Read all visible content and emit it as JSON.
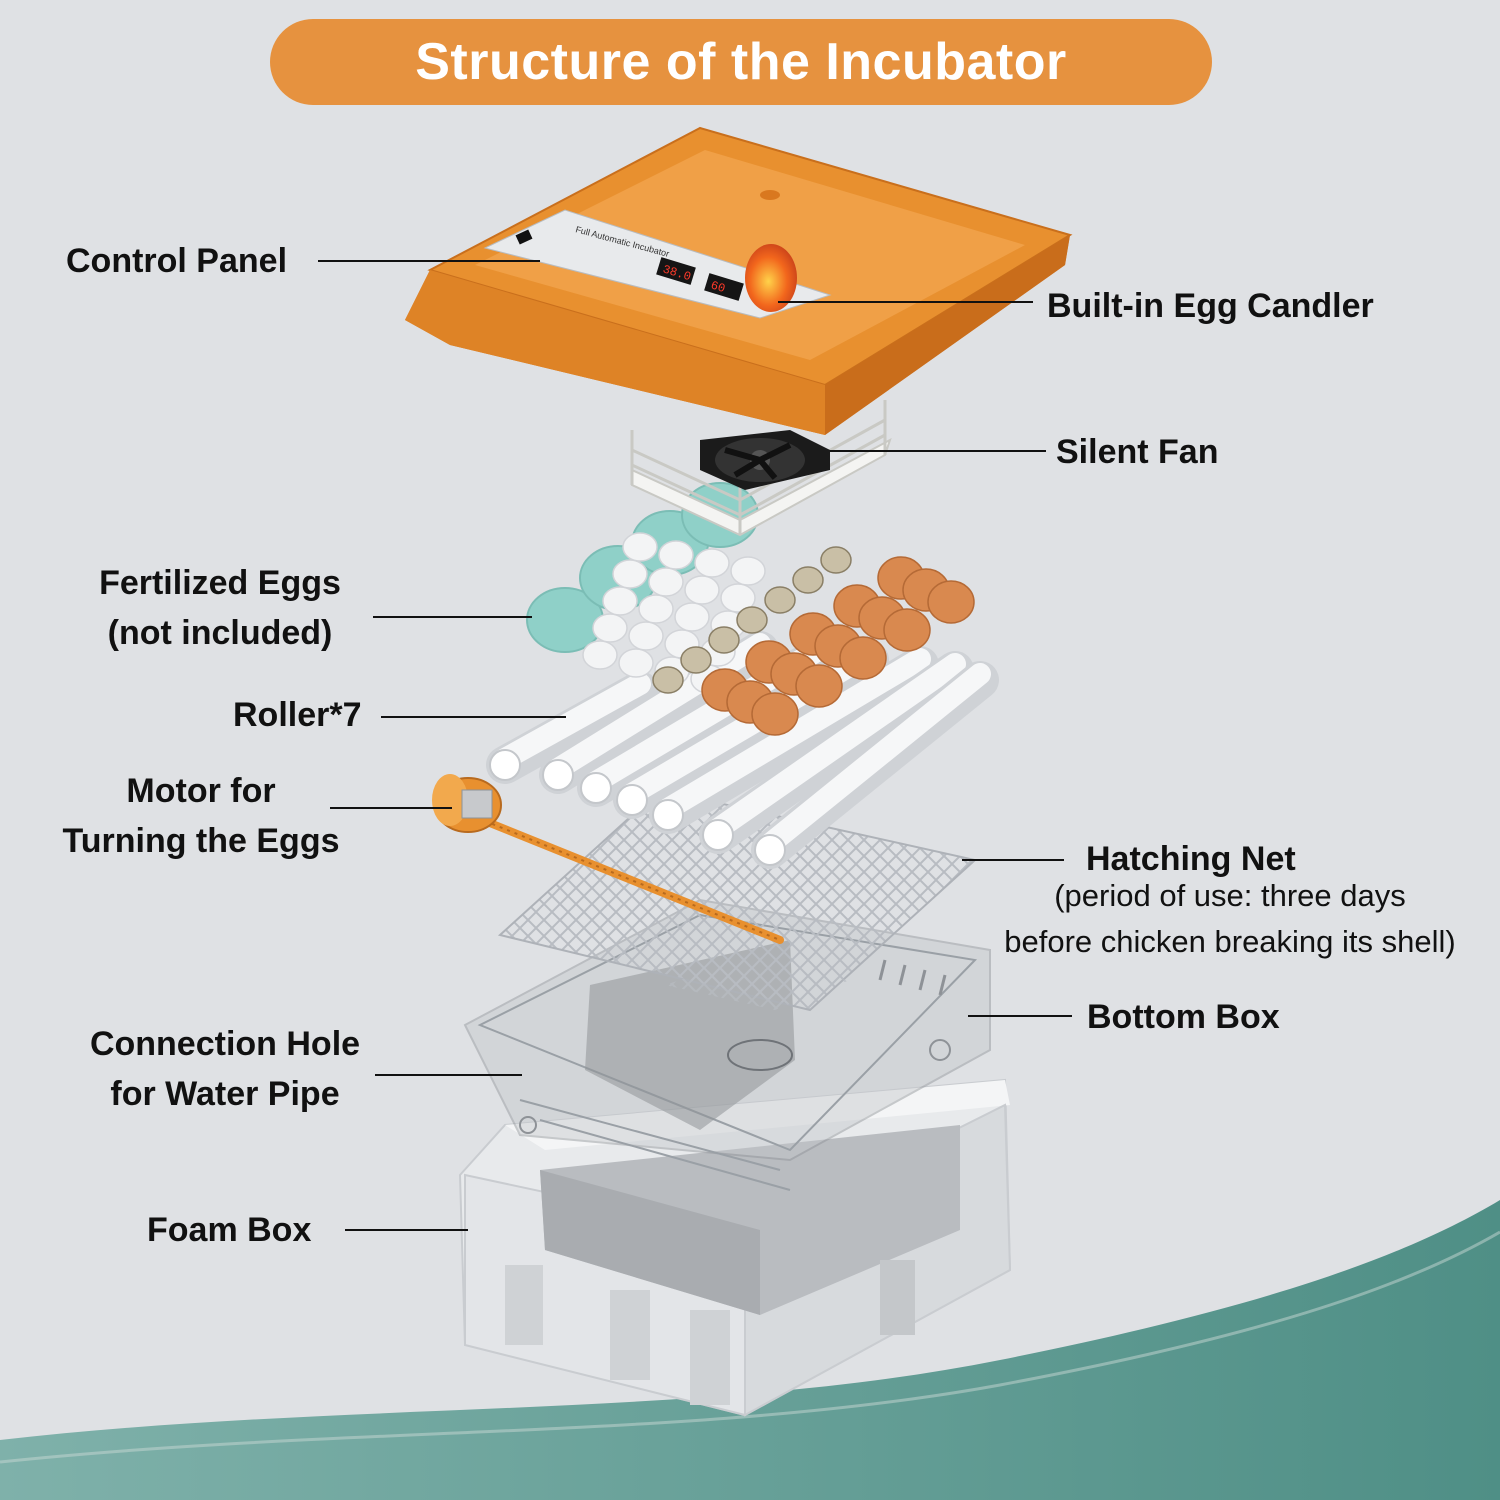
{
  "title": "Structure of the Incubator",
  "colors": {
    "accent": "#e6923f",
    "background": "#dfe1e4",
    "teal_wave": "#5f9b93",
    "lid_orange": "#e8902f",
    "egg_teal": "#8fd0c8",
    "egg_brown": "#d9894f"
  },
  "labels": {
    "control_panel": "Control Panel",
    "egg_candler": "Built-in Egg Candler",
    "silent_fan": "Silent Fan",
    "eggs_line1": "Fertilized Eggs",
    "eggs_line2": "(not included)",
    "roller": "Roller*7",
    "motor_line1": "Motor for",
    "motor_line2": "Turning the Eggs",
    "hatching_net": "Hatching Net",
    "hatching_note_line1": "(period of use: three days",
    "hatching_note_line2": "before chicken breaking its shell)",
    "bottom_box": "Bottom Box",
    "connection_line1": "Connection Hole",
    "connection_line2": "for Water Pipe",
    "foam_box": "Foam Box"
  },
  "control_panel": {
    "heading": "Full Automatic Incubator"
  }
}
